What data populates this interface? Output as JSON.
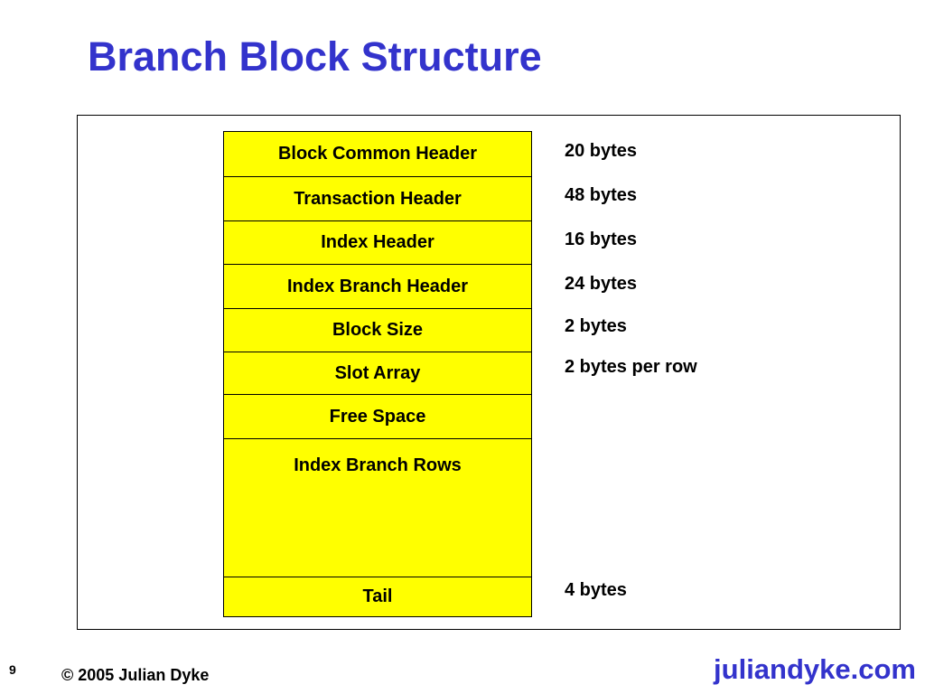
{
  "slide": {
    "title": "Branch Block Structure",
    "page_number": "9",
    "copyright": "© 2005 Julian Dyke",
    "site": "juliandyke.com",
    "colors": {
      "title": "#3333cc",
      "block_fill": "#ffff00",
      "block_border": "#000000",
      "link": "#3333cc"
    }
  },
  "blocks": [
    {
      "label": "Block Common Header",
      "size": "20 bytes"
    },
    {
      "label": "Transaction Header",
      "size": "48 bytes"
    },
    {
      "label": "Index Header",
      "size": "16 bytes"
    },
    {
      "label": "Index Branch Header",
      "size": "24 bytes"
    },
    {
      "label": "Block Size",
      "size": "2 bytes"
    },
    {
      "label": "Slot Array",
      "size": "2 bytes per row"
    },
    {
      "label": "Free Space",
      "size": ""
    },
    {
      "label": "Index Branch Rows",
      "size": ""
    },
    {
      "label": "Tail",
      "size": "4 bytes"
    }
  ]
}
